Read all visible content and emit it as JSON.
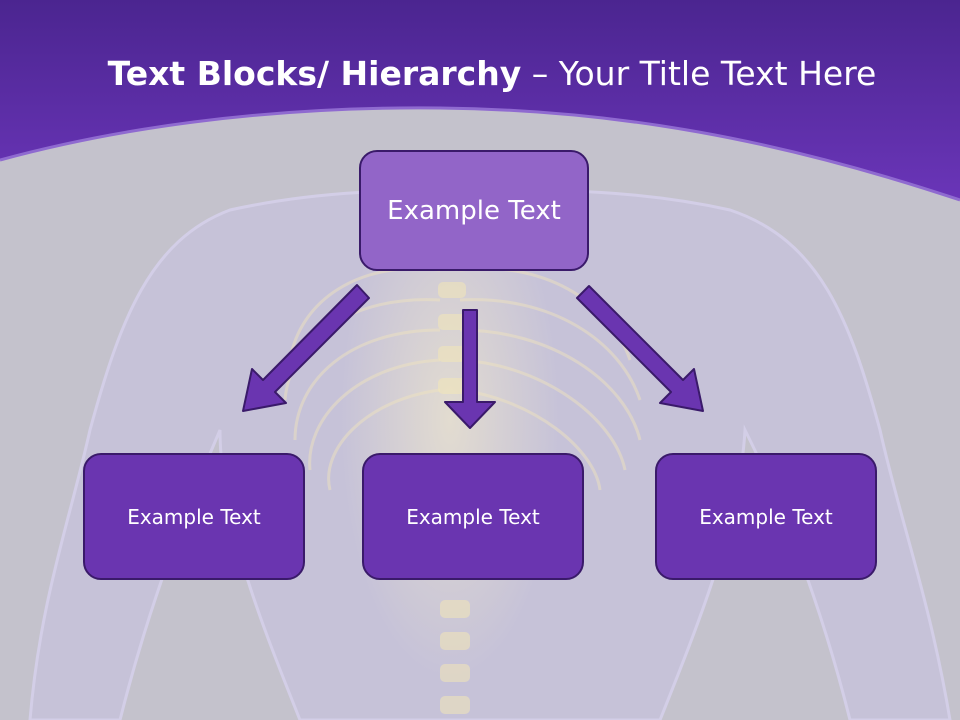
{
  "title": {
    "bold": "Text Blocks/ Hierarchy",
    "regular": " – Your Title Text Here"
  },
  "diagram": {
    "top": {
      "label": "Example Text"
    },
    "children": [
      {
        "label": "Example Text"
      },
      {
        "label": "Example Text"
      },
      {
        "label": "Example Text"
      }
    ]
  },
  "colors": {
    "header": "#5a2aa6",
    "top_box": "#9265c8",
    "child_box": "#6a35b0",
    "arrow": "#6a35b0",
    "background": "#c3c1cb"
  }
}
